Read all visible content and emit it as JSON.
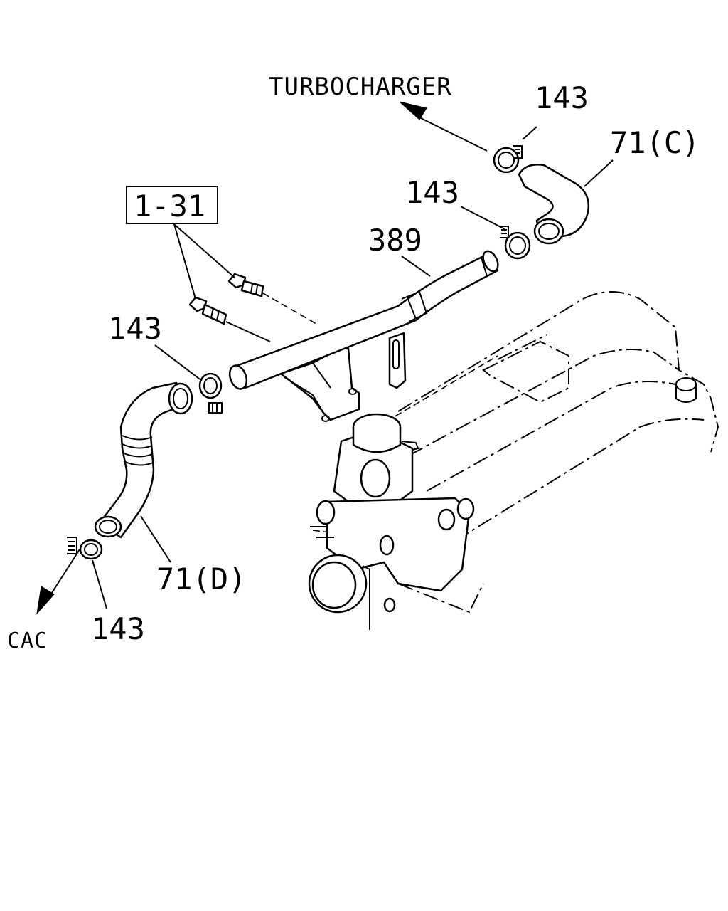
{
  "labels": {
    "turbocharger": "TURBOCHARGER",
    "cac": "CAC",
    "ref_box": "1-31",
    "pipe": "389",
    "hose_c": "71(C)",
    "hose_d": "71(D)",
    "clamp_top_right": "143",
    "clamp_upper_mid": "143",
    "clamp_left": "143",
    "clamp_bottom": "143"
  },
  "icons": [
    "arrow-to-turbocharger-icon",
    "arrow-to-cac-icon"
  ]
}
